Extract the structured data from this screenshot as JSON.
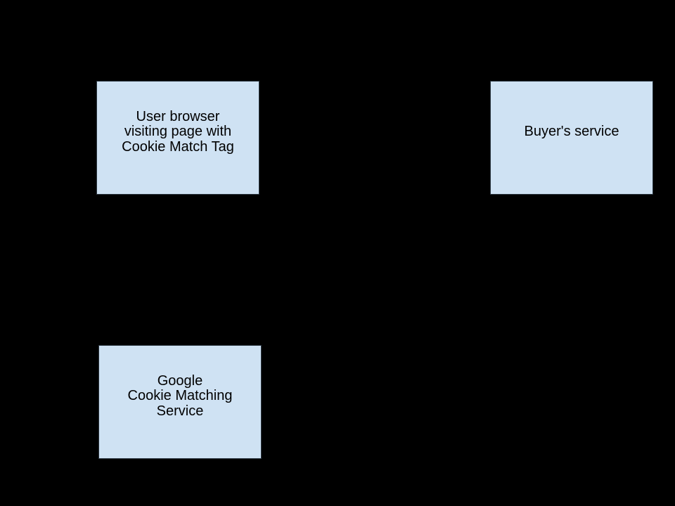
{
  "canvas": {
    "background_color": "#000000"
  },
  "diagram": {
    "style": {
      "node_fill_color": "#cfe2f3",
      "node_border_color": "#2b3640",
      "node_text_color": "#000000"
    },
    "nodes": [
      {
        "id": "user-browser",
        "lines": {
          "0": "User browser",
          "1": "visiting page with",
          "2": "Cookie Match Tag"
        }
      },
      {
        "id": "buyers-service",
        "lines": {
          "0": "Buyer's service"
        }
      },
      {
        "id": "google-cookie-matching-service",
        "lines": {
          "0": "Google",
          "1": "Cookie Matching",
          "2": "Service"
        }
      }
    ]
  }
}
